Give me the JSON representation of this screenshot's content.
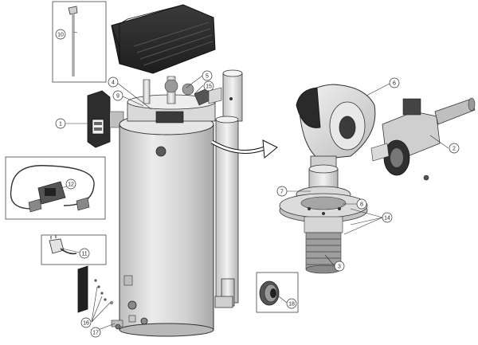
{
  "diagram": {
    "colors": {
      "line": "#222222",
      "metal_light": "#e4e4e4",
      "metal_mid": "#c8c8c8",
      "metal_dark": "#8c8c8c",
      "cover": "#2b2b2b",
      "tank_body": "#d5d5d5",
      "callout_fill": "#ffffff"
    },
    "callouts": {
      "c1": "1",
      "c2": "2",
      "c3": "3",
      "c4": "4",
      "c5": "5",
      "c6": "6",
      "c7": "7",
      "c8": "8",
      "c9": "9",
      "c10": "10",
      "c11": "11",
      "c12": "12",
      "c14": "14",
      "c15": "15",
      "c16": "16",
      "c17": "17",
      "c18": "18"
    }
  }
}
